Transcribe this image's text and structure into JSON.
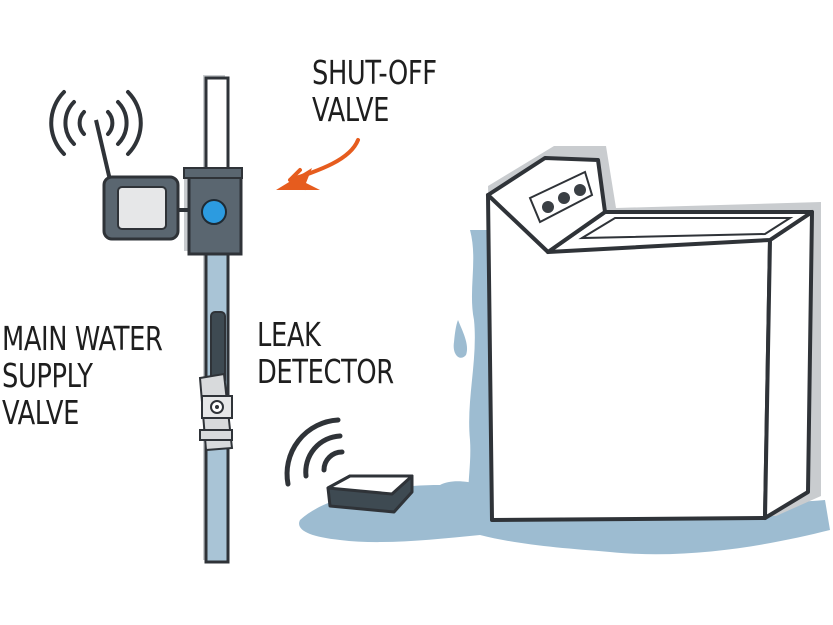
{
  "labels": {
    "shutoff_valve": [
      "SHUT-OFF",
      "VALVE"
    ],
    "main_water_supply_valve": [
      "MAIN WATER",
      "SUPPLY",
      "VALVE"
    ],
    "leak_detector": [
      "LEAK",
      "DETECTOR"
    ]
  },
  "colors": {
    "water": "#9dbcd1",
    "pipe": "#a9c4d6",
    "outline": "#2f3338",
    "device": "#5a6670",
    "indicator": "#2c9be0",
    "arrow": "#e65c1e",
    "appliance": "#ffffff",
    "shadow": "#c9cccf"
  },
  "icons": {
    "transmitter": "wifi-signal-icon",
    "detector": "wifi-signal-icon",
    "arrow": "arrow-icon"
  }
}
